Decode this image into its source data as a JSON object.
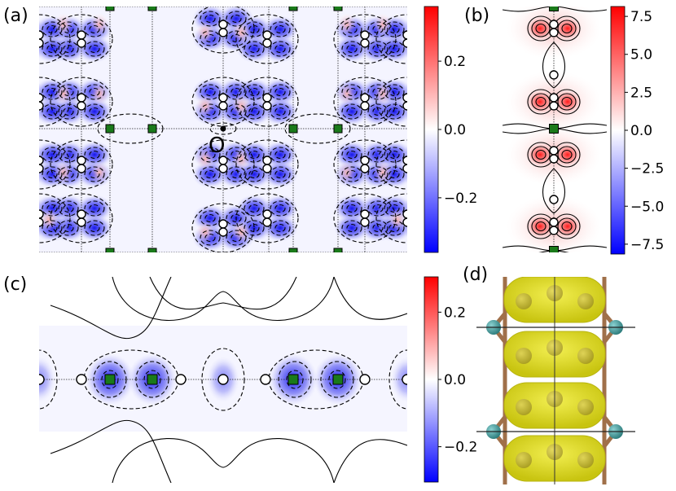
{
  "panels": [
    {
      "id": "a",
      "label": "(a)",
      "annotation": "O"
    },
    {
      "id": "b",
      "label": "(b)"
    },
    {
      "id": "c",
      "label": "(c)"
    },
    {
      "id": "d",
      "label": "(d)"
    }
  ],
  "colorbars": [
    {
      "panel": "a",
      "tick_labels": [
        "0.2",
        "0.0",
        "−0.2"
      ]
    },
    {
      "panel": "b",
      "tick_labels": [
        "7.5",
        "5.0",
        "2.5",
        "0.0",
        "−2.5",
        "−5.0",
        "−7.5"
      ]
    },
    {
      "panel": "c",
      "tick_labels": [
        "0.2",
        "0.0",
        "−0.2"
      ]
    }
  ],
  "colors": {
    "positive": "#ff0000",
    "zero": "#ffffff",
    "negative": "#0000ff",
    "atom_square": "#1a7a1a",
    "isosurface": "#e6e01a",
    "bond": "#a0704a",
    "atom_teal": "#3a9a9a"
  }
}
